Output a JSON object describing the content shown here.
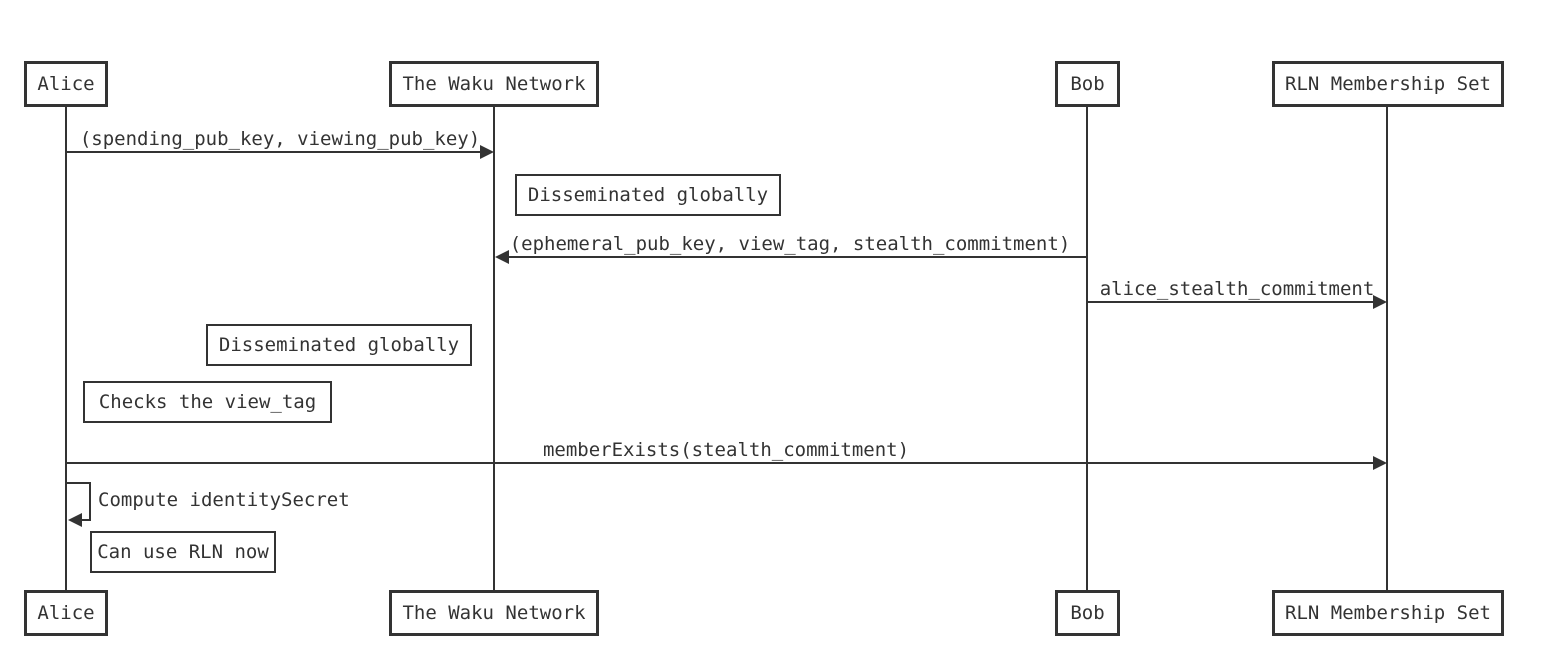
{
  "diagram": {
    "type": "sequence-diagram",
    "actors": [
      {
        "name": "Alice"
      },
      {
        "name": "The Waku Network"
      },
      {
        "name": "Bob"
      },
      {
        "name": "RLN Membership Set"
      }
    ],
    "messages": [
      {
        "from": "Alice",
        "to": "The Waku Network",
        "direction": "right",
        "label": "(spending_pub_key, viewing_pub_key)"
      },
      {
        "from": "Bob",
        "to": "The Waku Network",
        "direction": "left",
        "label": "(ephemeral_pub_key, view_tag, stealth_commitment)"
      },
      {
        "from": "Bob",
        "to": "RLN Membership Set",
        "direction": "right",
        "label": "alice_stealth_commitment"
      },
      {
        "from": "Alice",
        "to": "RLN Membership Set",
        "direction": "right",
        "label": "memberExists(stealth_commitment)"
      },
      {
        "from": "Alice",
        "to": "Alice",
        "direction": "self",
        "label": "Compute identitySecret"
      }
    ],
    "notes": [
      {
        "position": "right of The Waku Network",
        "label": "Disseminated globally"
      },
      {
        "position": "left of The Waku Network",
        "label": "Disseminated globally"
      },
      {
        "position": "right of Alice",
        "label": "Checks the view_tag"
      },
      {
        "position": "right of Alice",
        "label": "Can use RLN now"
      }
    ],
    "colors": {
      "stroke": "#333333",
      "text": "#333333",
      "background": "#ffffff",
      "note_fill": "#ffffff"
    }
  }
}
